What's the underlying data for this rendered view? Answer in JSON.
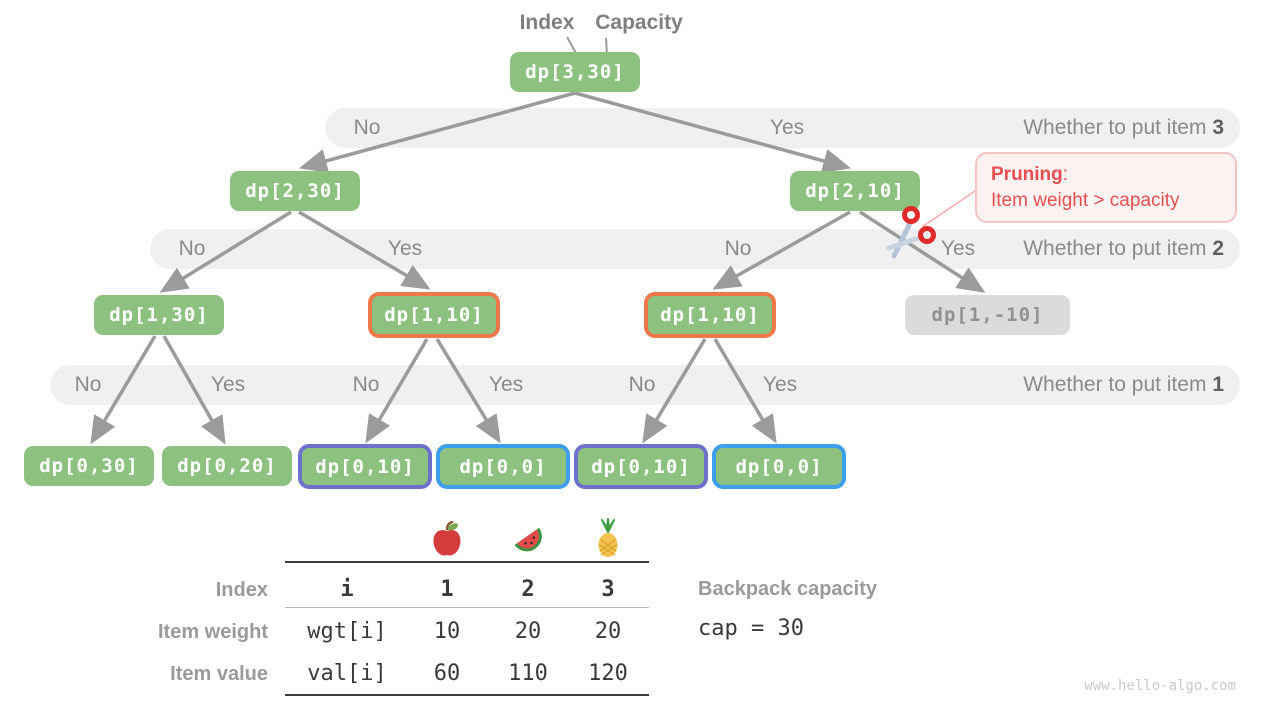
{
  "header": {
    "index_label": "Index",
    "capacity_label": "Capacity"
  },
  "tree": {
    "nodes": {
      "root": "dp[3,30]",
      "l2a": "dp[2,30]",
      "l2b": "dp[2,10]",
      "l3a": "dp[1,30]",
      "l3b": "dp[1,10]",
      "l3c": "dp[1,10]",
      "l3d": "dp[1,-10]",
      "l4a": "dp[0,30]",
      "l4b": "dp[0,20]",
      "l4c": "dp[0,10]",
      "l4d": "dp[0,0]",
      "l4e": "dp[0,10]",
      "l4f": "dp[0,0]"
    }
  },
  "bands": [
    {
      "decisions": [
        "No",
        "Yes"
      ],
      "question": "Whether to put item ",
      "item": "3"
    },
    {
      "decisions": [
        "No",
        "Yes",
        "No",
        "Yes"
      ],
      "question": "Whether to put item ",
      "item": "2"
    },
    {
      "decisions": [
        "No",
        "Yes",
        "No",
        "Yes",
        "No",
        "Yes"
      ],
      "question": "Whether to put item ",
      "item": "1"
    }
  ],
  "pruning": {
    "title": "Pruning",
    "colon": ":",
    "text": "Item weight > capacity"
  },
  "table": {
    "row_headers": [
      "Index",
      "Item weight",
      "Item value"
    ],
    "header_cells": [
      "i",
      "1",
      "2",
      "3"
    ],
    "weight_cells": [
      "wgt[i]",
      "10",
      "20",
      "20"
    ],
    "value_cells": [
      "val[i]",
      "60",
      "110",
      "120"
    ],
    "fruit_icons": [
      "apple-icon",
      "watermelon-icon",
      "pineapple-icon"
    ]
  },
  "capacity_panel": {
    "label": "Backpack capacity",
    "value": "cap = 30"
  },
  "watermark": "www.hello-algo.com",
  "colors": {
    "node_green": "#8dc180",
    "highlight_orange": "#ee7848",
    "highlight_purple": "#6d71cb",
    "highlight_blue": "#3d9fec",
    "pruned_gray": "#dbdbdb",
    "prune_red": "#e64f4f",
    "band_gray": "#f0f0f1",
    "arrow_gray": "#9b9b9b"
  }
}
